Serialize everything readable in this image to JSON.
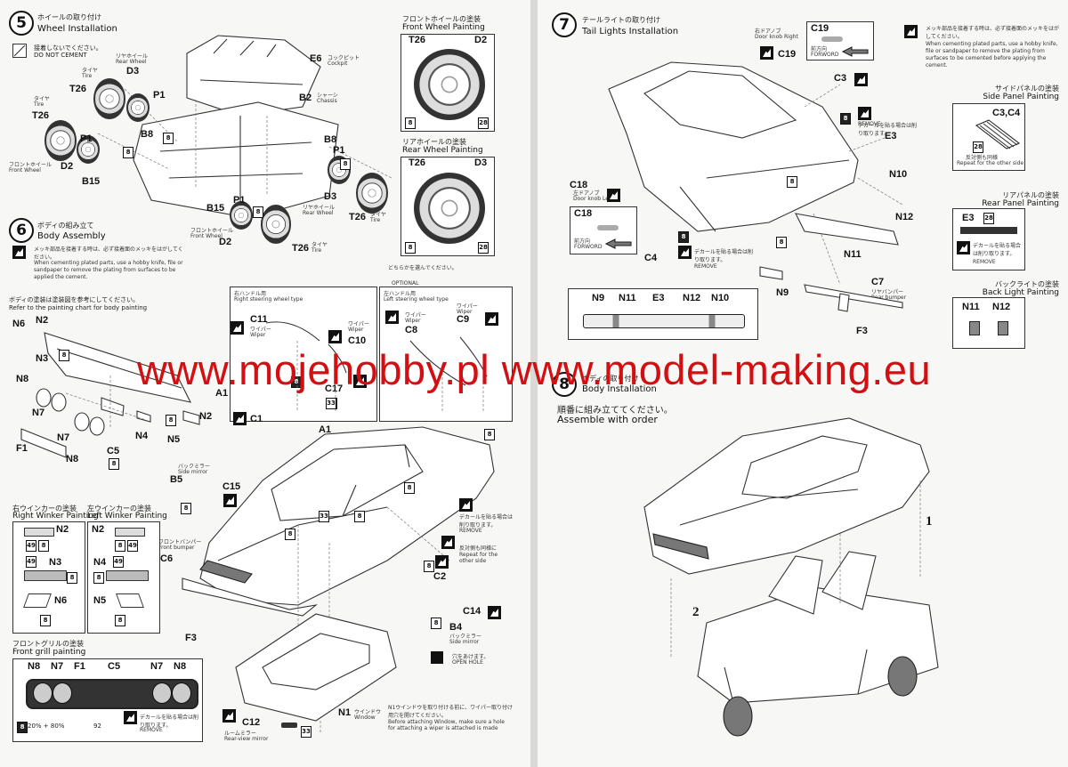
{
  "step5": {
    "number": "5",
    "title_jp": "ホイールの取り付け",
    "title_en": "Wheel Installation",
    "note_jp": "接着しないでください。",
    "note_en": "DO NOT CEMENT",
    "labels": {
      "e6": "E6",
      "e6_jp": "コックピット",
      "e6_en": "Cockpit",
      "b2": "B2",
      "b2_jp": "シャーシ",
      "b2_en": "Chassis",
      "d3": "D3",
      "d3_jp": "リヤホイール",
      "d3_en": "Rear Wheel",
      "t26_jp": "タイヤ",
      "t26_en": "Tire",
      "t26": "T26",
      "p1": "P1",
      "b8": "B8",
      "d2": "D2",
      "d2_jp": "フロントホイール",
      "d2_en": "Front Wheel",
      "b15": "B15",
      "d3b": "D3",
      "d3b_jp": "リヤホイール",
      "d3b_en": "Rear Wheel",
      "t26b_jp": "タイヤ",
      "t26b_en": "Tire"
    },
    "front_painting": {
      "title_jp": "フロントホイールの塗装",
      "title_en": "Front Wheel Painting",
      "tire": "T26",
      "wheel": "D2"
    },
    "rear_painting": {
      "title_jp": "リアホイールの塗装",
      "title_en": "Rear Wheel Painting",
      "tire": "T26",
      "wheel": "D3"
    }
  },
  "step6": {
    "number": "6",
    "title_jp": "ボディの組み立て",
    "title_en": "Body Assembly",
    "note_jp": "メッキ部品を接着する時は、必ず接着面のメッキをはがしてください。",
    "note_en": "When cementing plated parts, use a hobby knife, file or sandpaper to remove the plating from surfaces to be applied the cement.",
    "paint_ref_jp": "ボディの塗装は塗装図を参考にしてください。",
    "paint_ref_en": "Refer to the painting chart for body painting",
    "optional_jp": "どちらかを選んでください。",
    "optional_en": "OPTIONAL",
    "rhd_jp": "右ハンドル用",
    "rhd_en": "Right steering wheel type",
    "lhd_jp": "左ハンドル用",
    "lhd_en": "Left steering wheel type",
    "wiper_jp": "ワイパー",
    "wiper_en": "Wiper",
    "sidemirror_jp": "バックミラー",
    "sidemirror_en": "Side mirror",
    "frontbumper_jp": "フロントバンパー",
    "frontbumper_en": "Front bumper",
    "remove_jp": "デカールを貼る場合は削り取ります。",
    "remove_en": "REMOVE",
    "repeat_jp": "反対側も同様に",
    "repeat_en": "Repeat for the other side",
    "openhole_jp": "穴をあけます。",
    "openhole_en": "OPEN HOLE",
    "window_jp": "ウインドウ",
    "window_en": "Window",
    "window_note_jp": "N1ウインドウを取り付ける前に、ワイパー取り付け用穴を開けてください。",
    "window_note_en": "Before attaching Window, make sure a hole for attaching a wiper is attached is made",
    "rearview_jp": "ルームミラー",
    "rearview_en": "Rear-view mirror",
    "labels": {
      "n6": "N6",
      "n2": "N2",
      "n3": "N3",
      "n8": "N8",
      "n7": "N7",
      "f1": "F1",
      "n7b": "N7",
      "n8b": "N8",
      "c5": "C5",
      "n4": "N4",
      "n5": "N5",
      "a1": "A1",
      "n2b": "N2",
      "c11": "C11",
      "c10": "C10",
      "c8": "C8",
      "c9": "C9",
      "c17": "C17",
      "c1": "C1",
      "a1b": "A1",
      "b5": "B5",
      "c15": "C15",
      "c6": "C6",
      "f3": "F3",
      "c2": "C2",
      "c14": "C14",
      "b4": "B4",
      "n1": "N1",
      "c12": "C12",
      "b33": "33"
    },
    "right_winker": {
      "title_jp": "右ウインカーの塗装",
      "title_en": "Right Winker Painting",
      "n2": "N2",
      "n3": "N3",
      "n6": "N6"
    },
    "left_winker": {
      "title_jp": "左ウインカーの塗装",
      "title_en": "Left Winker Painting",
      "n2": "N2",
      "n4": "N4",
      "n5": "N5"
    },
    "grill": {
      "title_jp": "フロントグリルの塗装",
      "title_en": "Front grill painting",
      "labels": [
        "N8",
        "N7",
        "F1",
        "C5",
        "N7",
        "N8"
      ],
      "mix": "20% + 80%",
      "code": "92",
      "remove_jp": "デカールを貼る場合は削り取ります。",
      "remove_en": "REMOVE"
    }
  },
  "step7": {
    "number": "7",
    "title_jp": "テールライトの取り付け",
    "title_en": "Tail Lights Installation",
    "note_jp": "メッキ部品を接着する時は、必ず接着面のメッキをはがしてください。",
    "note_en": "When cementing plated parts, use a hobby knife, file or sandpaper to remove the plating from surfaces to be cemented before applying the cement.",
    "doorknob_r_jp": "右ドアノブ",
    "doorknob_r_en": "Door knob Right",
    "doorknob_l_jp": "左ドアノブ",
    "doorknob_l_en": "Door knob Left",
    "forward_jp": "前方向",
    "forward_en": "FORWORD",
    "remove_jp": "デカールを貼る場合は削り取ります。",
    "remove_en": "REMOVE",
    "rearbumper_jp": "リヤバンパー",
    "rearbumper_en": "Rear bumper",
    "labels": {
      "c19": "C19",
      "c3": "C3",
      "e3": "E3",
      "n10": "N10",
      "n12": "N12",
      "c18": "C18",
      "c4": "C4",
      "n11": "N11",
      "c7": "C7",
      "n9": "N9",
      "f3": "F3"
    },
    "side_panel": {
      "title_jp": "サイドパネルの塗装",
      "title_en": "Side Panel Painting",
      "parts": "C3,C4",
      "repeat_jp": "反対側も同様",
      "repeat_en": "Repeat for the other side"
    },
    "rear_panel": {
      "title_jp": "リアパネルの塗装",
      "title_en": "Rear Panel Painting",
      "part": "E3",
      "remove_jp": "デカールを貼る場合は削り取ります。",
      "remove_en": "REMOVE"
    },
    "back_light": {
      "title_jp": "バックライトの塗装",
      "title_en": "Back Light Painting",
      "left": "N11",
      "right": "N12"
    },
    "strip_labels": [
      "N9",
      "N11",
      "E3",
      "N12",
      "N10"
    ]
  },
  "step8": {
    "number": "8",
    "title_jp": "ボディの取り付け",
    "title_en": "Body Installation",
    "order_jp": "順番に組み立ててください。",
    "order_en": "Assemble with order",
    "seq1": "1",
    "seq2": "2"
  },
  "badges": {
    "black": "8",
    "silver": "28",
    "clear_orange": "49",
    "chrome": "33"
  },
  "watermark": "www.mojehobby.pl www.model-making.eu",
  "colors": {
    "watermark": "#d20f12",
    "paper": "#f7f7f5",
    "ink": "#111111"
  }
}
